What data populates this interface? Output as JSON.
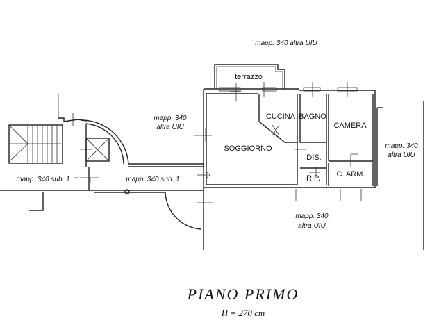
{
  "labels": {
    "top_neighbor": "mapp. 340 altra UIU",
    "left_neighbor_1": "mapp. 340",
    "left_neighbor_2": "altra UIU",
    "right_neighbor_1": "mapp. 340",
    "right_neighbor_2": "altra UIU",
    "bottom_neighbor_1": "mapp. 340",
    "bottom_neighbor_2": "altra UIU",
    "corridor_left": "mapp. 340 sub. 1",
    "corridor_right": "mapp. 340 sub. 1"
  },
  "rooms": {
    "terrazzo": "terrazzo",
    "soggiorno": "SOGGIORNO",
    "cucina": "CUCINA",
    "bagno": "BAGNO",
    "camera": "CAMERA",
    "dis": "DIS.",
    "rip": "RIP.",
    "c_arm": "C. ARM."
  },
  "title": "PIANO PRIMO",
  "height_note": "H = 270 cm"
}
